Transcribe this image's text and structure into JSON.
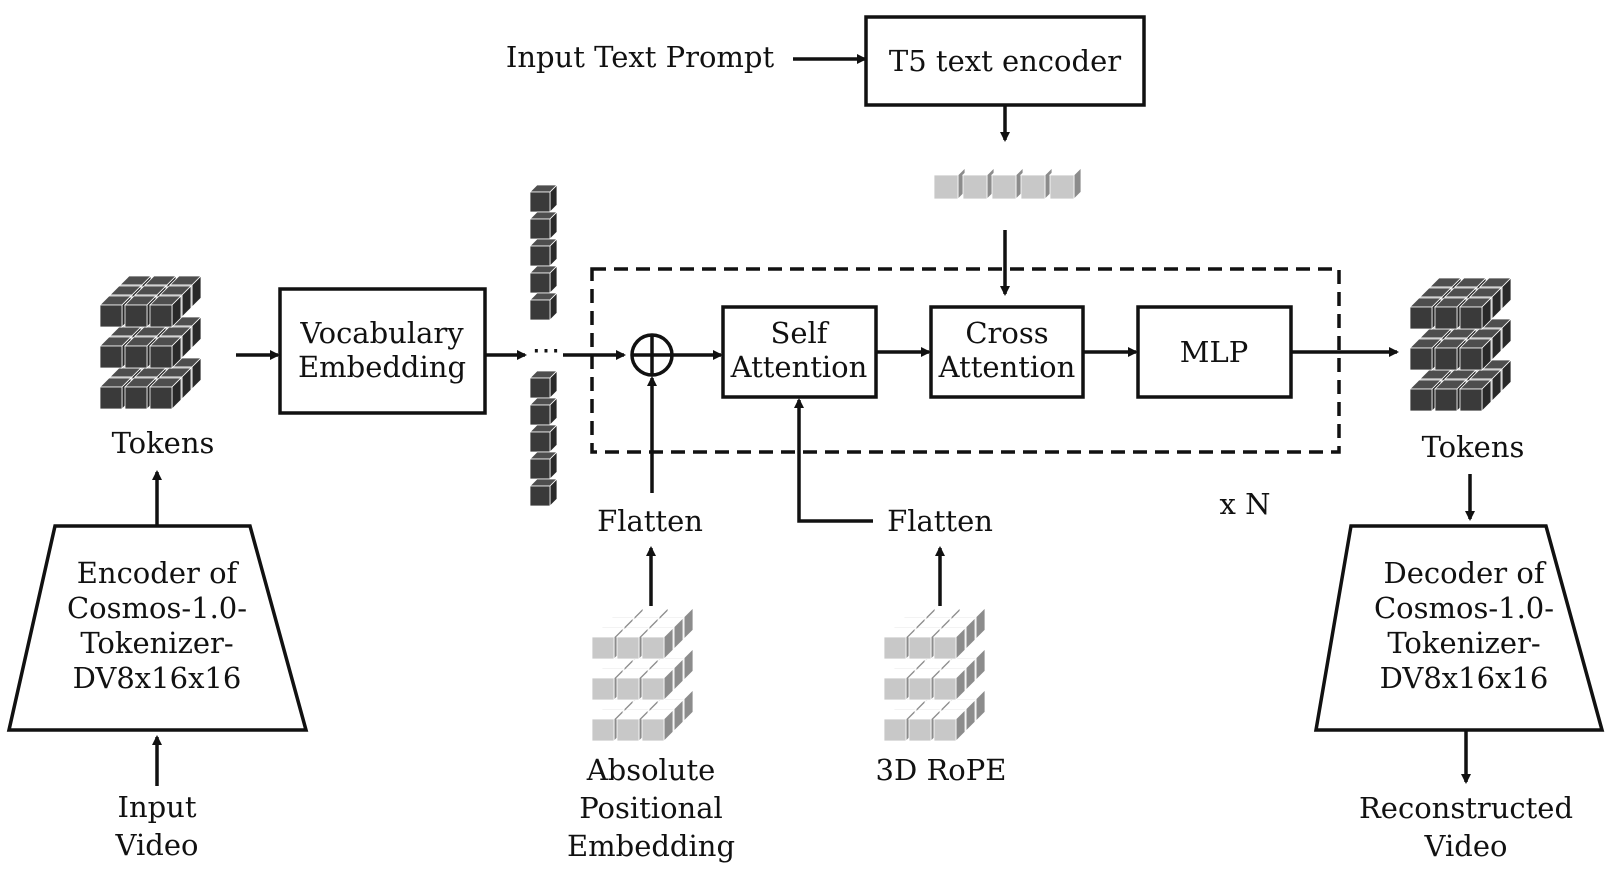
{
  "labels": {
    "input_text_prompt": "Input Text Prompt",
    "t5_encoder": "T5 text encoder",
    "tokens_in": "Tokens",
    "vocab_line1": "Vocabulary",
    "vocab_line2": "Embedding",
    "ellipsis": "⋯",
    "self_line1": "Self",
    "self_line2": "Attention",
    "cross_line1": "Cross",
    "cross_line2": "Attention",
    "mlp": "MLP",
    "tokens_out": "Tokens",
    "repeat": "x N",
    "flatten_left": "Flatten",
    "flatten_right": "Flatten",
    "encoder_lines": [
      "Encoder of",
      "Cosmos-1.0-",
      "Tokenizer-",
      "DV8x16x16"
    ],
    "decoder_lines": [
      "Decoder of",
      "Cosmos-1.0-",
      "Tokenizer-",
      "DV8x16x16"
    ],
    "input_video_line1": "Input",
    "input_video_line2": "Video",
    "abs_pos_lines": [
      "Absolute",
      "Positional",
      "Embedding"
    ],
    "rope": "3D RoPE",
    "recon_line1": "Reconstructed",
    "recon_line2": "Video"
  },
  "colors": {
    "dark_cube": "#3a3a3a",
    "light_cube": "#c8c8c8",
    "stroke": "#111111"
  }
}
